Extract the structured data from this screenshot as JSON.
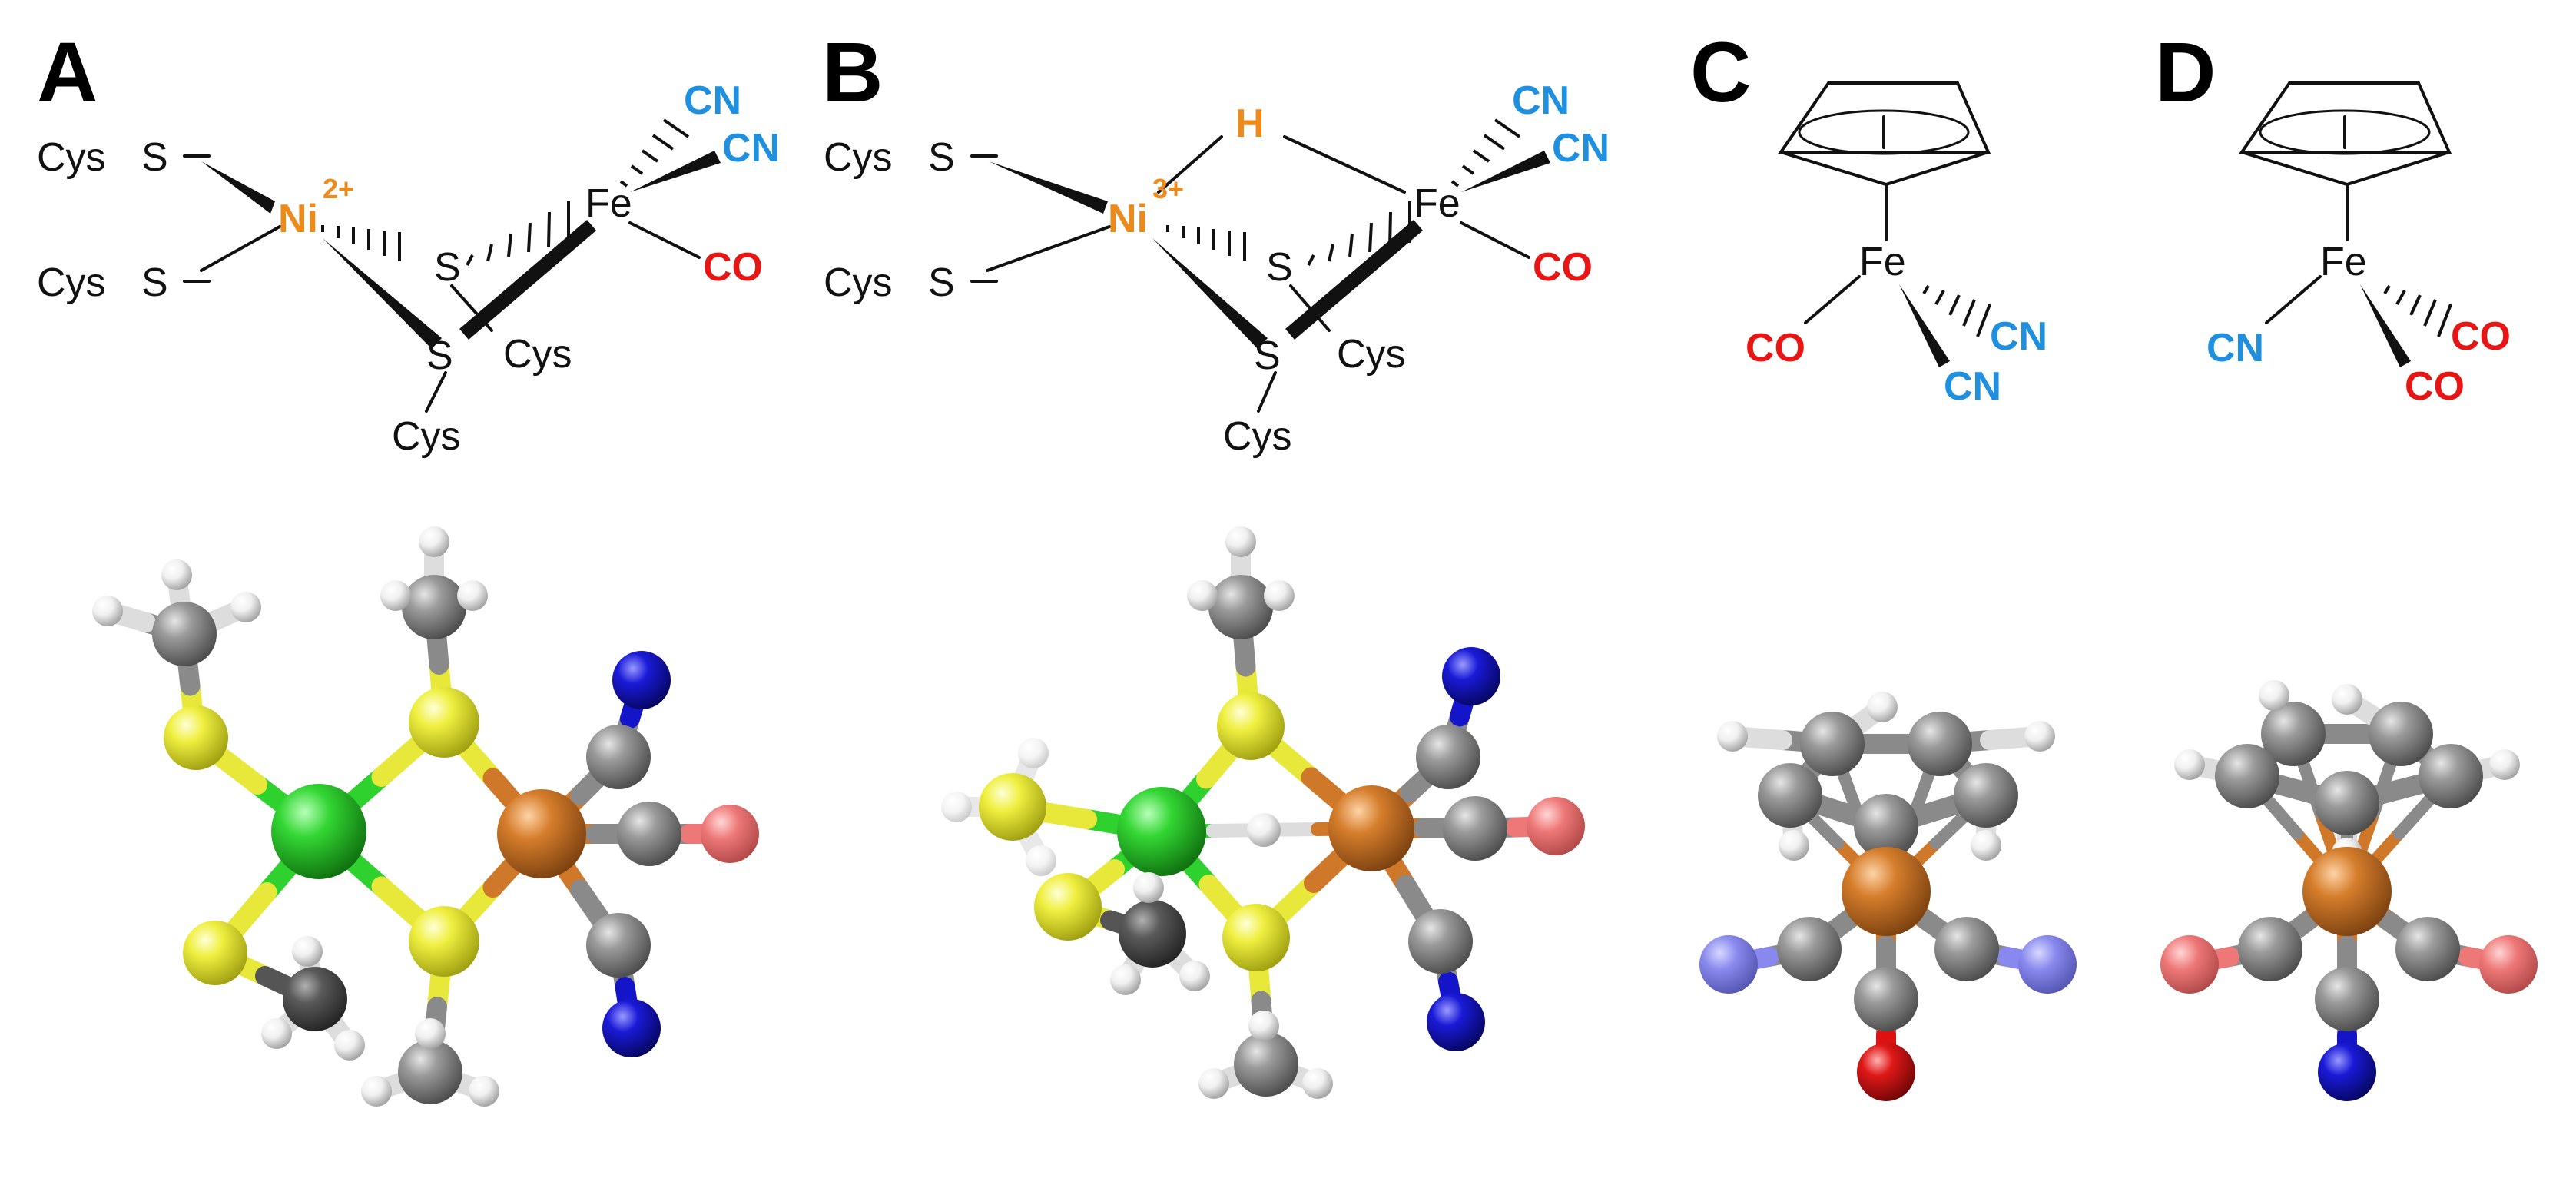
{
  "panels": [
    {
      "letter": "A",
      "ligands_left": [
        "Cys",
        "S",
        "Cys",
        "S"
      ],
      "metal": "Ni",
      "charge": "2+",
      "bridge_s_top": "S",
      "bridge_s_bottom": "S",
      "bridge_cys_right": "Cys",
      "bridge_cys_bottom": "Cys",
      "iron": "Fe",
      "cn_1": "CN",
      "cn_2": "CN",
      "co": "CO"
    },
    {
      "letter": "B",
      "ligands_left": [
        "Cys",
        "S",
        "Cys",
        "S"
      ],
      "metal": "Ni",
      "charge": "3+",
      "hydride": "H",
      "bridge_s_top": "S",
      "bridge_s_bottom": "S",
      "bridge_cys_right": "Cys",
      "bridge_cys_bottom": "Cys",
      "iron": "Fe",
      "cn_1": "CN",
      "cn_2": "CN",
      "co": "CO"
    },
    {
      "letter": "C",
      "iron": "Fe",
      "left_ligand": "CO",
      "right_ligand_1": "CN",
      "right_ligand_2": "CN"
    },
    {
      "letter": "D",
      "iron": "Fe",
      "left_ligand": "CN",
      "right_ligand_1": "CO",
      "right_ligand_2": "CO"
    }
  ],
  "colors": {
    "nickel": "#2fd12f",
    "iron": "#d0782a",
    "sulfur": "#e8e83a",
    "carbon": "#8a8a8a",
    "nitrogen": "#1414c8",
    "oxygen": "#dd1111",
    "hydrogen": "#f2f2f2",
    "label_orange": "#ec8a1c",
    "label_blue": "#1f8fe0",
    "label_red": "#e81515"
  }
}
